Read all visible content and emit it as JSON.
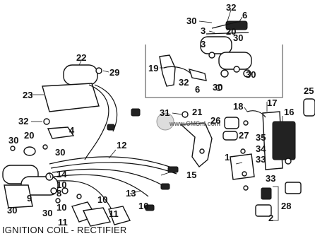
{
  "caption": "IGNITION COIL - RECTIFIER",
  "watermark": "www.CMSnl.com",
  "callouts": [
    "32",
    "6",
    "30",
    "3",
    "20",
    "30",
    "3",
    "22",
    "29",
    "19",
    "32",
    "6",
    "30",
    "30",
    "23",
    "31",
    "21",
    "18",
    "17",
    "16",
    "25",
    "32",
    "4",
    "26",
    "27",
    "35",
    "34",
    "33",
    "1",
    "33",
    "28",
    "2",
    "20",
    "30",
    "30",
    "12",
    "14",
    "10",
    "15",
    "13",
    "8",
    "9",
    "30",
    "30",
    "10",
    "10",
    "11",
    "11",
    "10"
  ]
}
